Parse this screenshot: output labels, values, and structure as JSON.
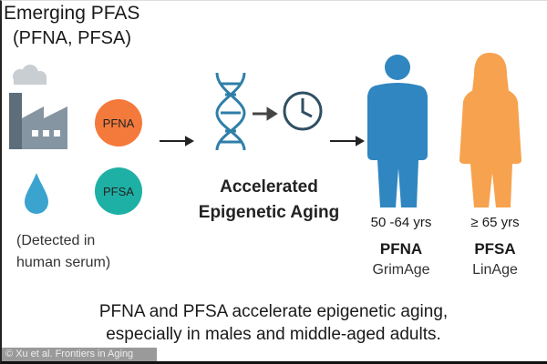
{
  "title": {
    "line1": "Emerging PFAS",
    "line2": "(PFNA, PFSA)"
  },
  "compounds": [
    {
      "label": "PFNA",
      "color": "#f47a3c"
    },
    {
      "label": "PFSA",
      "color": "#1fb0a5"
    }
  ],
  "source_note": {
    "line1": "(Detected in",
    "line2": "human serum)"
  },
  "effect": {
    "line1": "Accelerated",
    "line2": "Epigenetic Aging"
  },
  "groups": [
    {
      "age": "50 -64 yrs",
      "compound": "PFNA",
      "clock": "GrimAge",
      "color": "#2f86c0"
    },
    {
      "age": "≥ 65 yrs",
      "compound": "PFSA",
      "clock": "LinAge",
      "color": "#f6a24e"
    }
  ],
  "conclusion": {
    "line1": "PFNA and PFSA accelerate epigenetic aging,",
    "line2": "especially in males and middle-aged adults."
  },
  "watermark": "© Xu et al. Frontiers in Aging"
}
